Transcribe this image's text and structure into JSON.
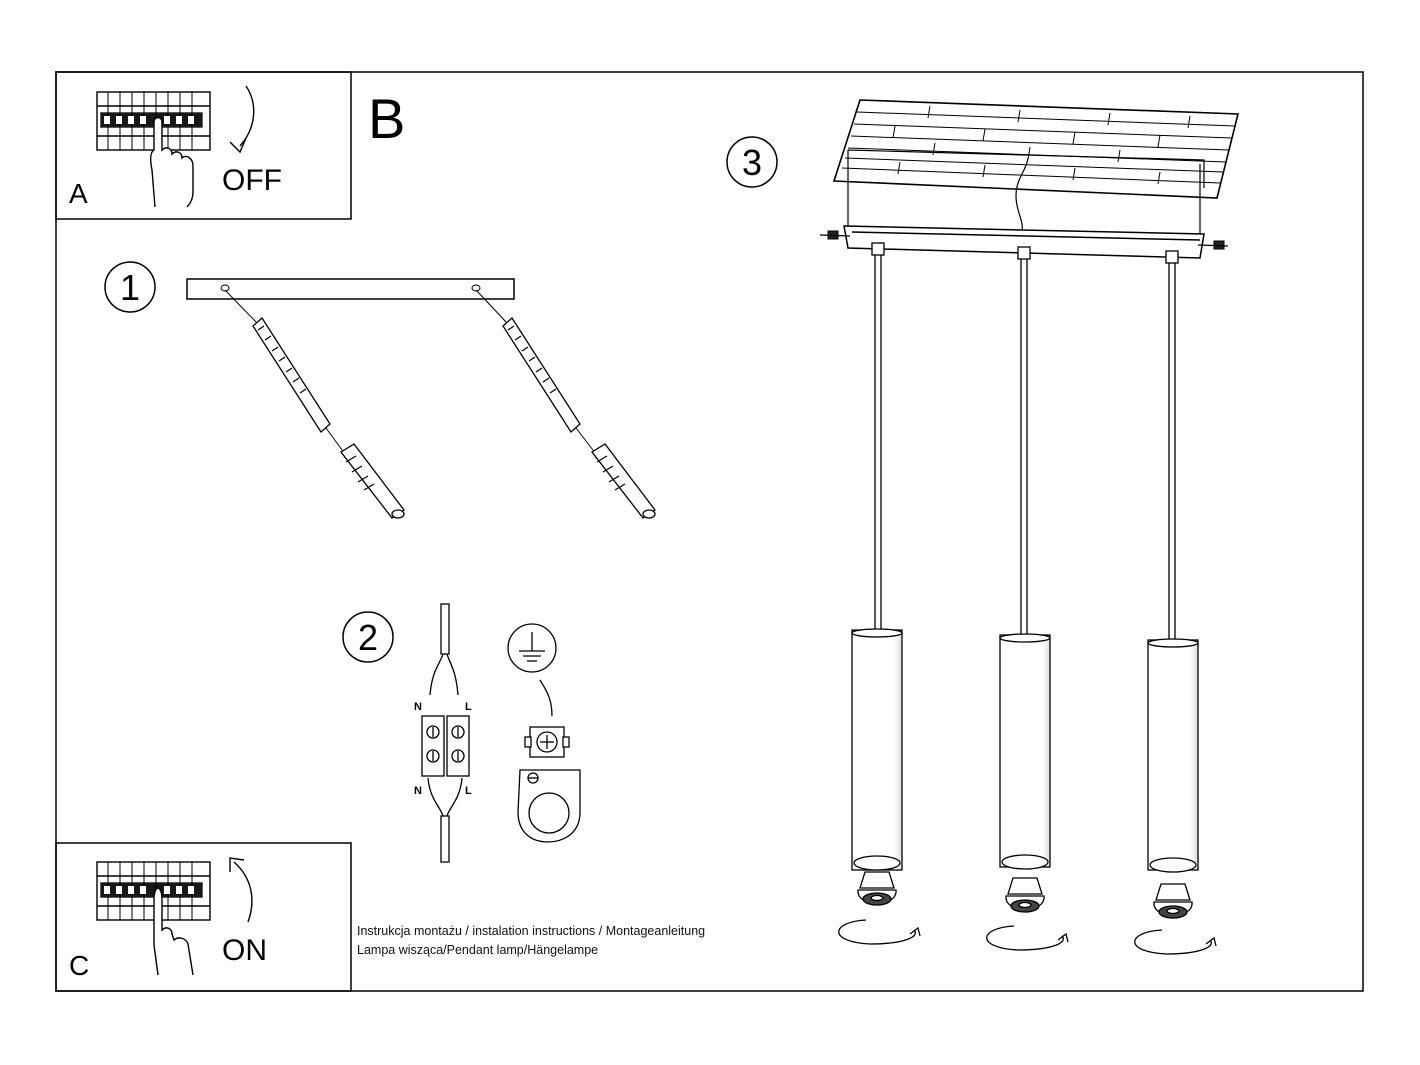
{
  "panels": {
    "a": {
      "letter": "A",
      "switch_label": "OFF"
    },
    "b": {
      "letter": "B"
    },
    "c": {
      "letter": "C",
      "switch_label": "ON"
    }
  },
  "steps": {
    "one": "1",
    "two": "2",
    "three": "3"
  },
  "wiring": {
    "neutral": "N",
    "live": "L"
  },
  "caption": {
    "line1": "Instrukcja montażu / instalation instructions / Montageanleitung",
    "line2": "Lampa wisząca/Pendant lamp/Hängelampe"
  }
}
